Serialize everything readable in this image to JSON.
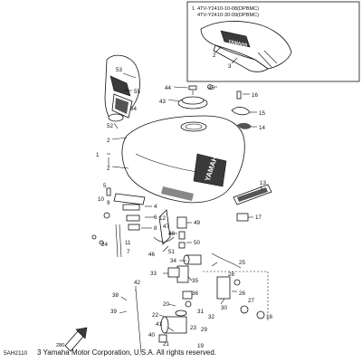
{
  "inset": {
    "callout": "1",
    "lines": [
      "4TV-Y2410-10-08(DPBMC)",
      "4TV-Y2410-30-09(DPBMC)"
    ],
    "labels": [
      "2",
      "3"
    ]
  },
  "callouts": {
    "c53": "53",
    "c55": "55",
    "c52": "52",
    "c54": "54",
    "c44": "44",
    "c45": "45",
    "c43": "43",
    "c16": "16",
    "c15": "15",
    "c14": "14",
    "c2a": "2",
    "c2b": "2",
    "c1": "1",
    "c13": "13",
    "c17": "17",
    "c5": "5",
    "c4": "4",
    "c10": "10",
    "c9": "9",
    "c6": "6",
    "c8": "8",
    "c12": "12",
    "c47": "47",
    "c49": "49",
    "c48": "48",
    "c50": "50",
    "c51": "51",
    "c46": "46",
    "c11": "11",
    "c7": "7",
    "c24": "24",
    "c34": "34",
    "c25": "25",
    "c28": "28",
    "c33": "33",
    "c35": "35",
    "c36": "36",
    "c26": "26",
    "c27": "27",
    "c30": "30",
    "c42": "42",
    "c38": "38",
    "c20": "20",
    "c39": "39",
    "c31": "31",
    "c32": "32",
    "c22": "22",
    "c41": "41",
    "c40": "40",
    "c23": "23",
    "c21": "21",
    "c18": "18",
    "c29": "29",
    "c19": "19"
  },
  "emblem": "YAMAHA",
  "page_number": "280",
  "diagram_id": "5AH2110",
  "copyright": "3 Yamaha Motor Corporation, U.S.A. All rights reserved."
}
